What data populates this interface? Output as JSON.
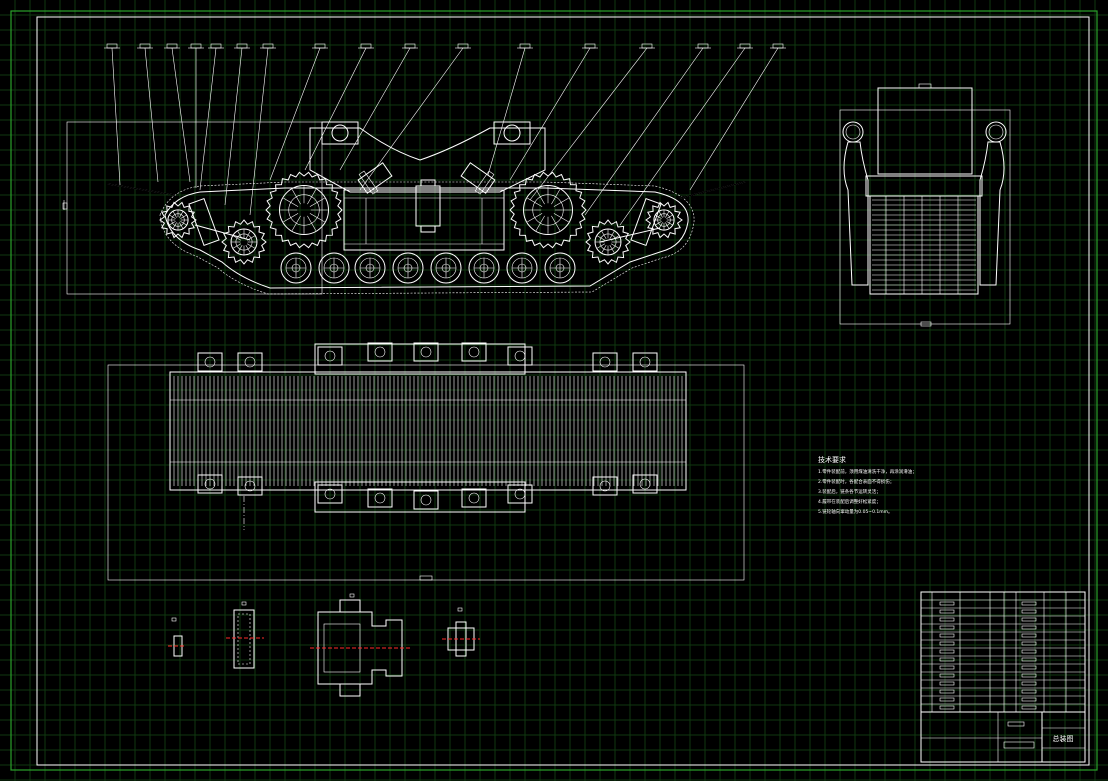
{
  "colors": {
    "background": "#000000",
    "grid": "#103810",
    "outer_frame": "#2aa12a",
    "lines": "#ffffff",
    "centerline": "#ff2a2a"
  },
  "technical_requirements": {
    "title": "技术要求",
    "items": [
      "1.零件装配前，须用煤油清洗干净，再涂润滑油；",
      "2.零件装配时，各配合表面不得损伤；",
      "3.装配后，链条各节运转灵活；",
      "4.履带在装配后调整好松紧度；",
      "5.链轮轴向窜动量为0.05~0.1mm。"
    ]
  },
  "title_block": {
    "drawing_title": "总装图"
  }
}
